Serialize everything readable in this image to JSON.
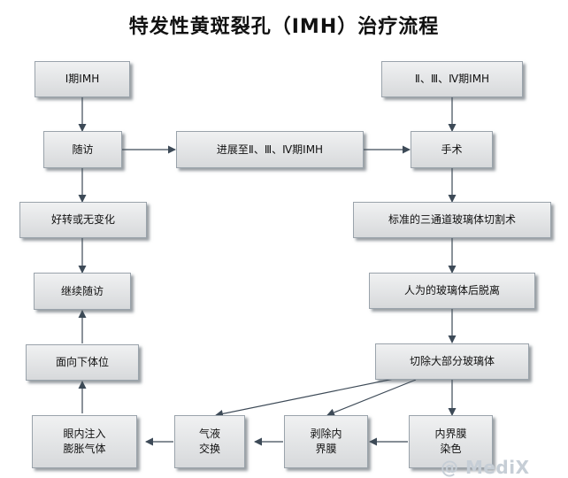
{
  "title": "特发性黄斑裂孔（IMH）治疗流程",
  "nodes": {
    "stage1": "Ⅰ期IMH",
    "stage234": "Ⅱ、Ⅲ、Ⅳ期IMH",
    "followup": "随访",
    "progress": "进展至Ⅱ、Ⅲ、Ⅳ期IMH",
    "surgery": "手术",
    "improve": "好转或无变化",
    "vitrectomy": "标准的三通道玻璃体切割术",
    "continue_followup": "继续随访",
    "pvd": "人为的玻璃体后脱离",
    "face_down": "面向下体位",
    "remove_vitreous": "切除大部分玻璃体",
    "gas_inject": "眼内注入\n膨胀气体",
    "fluid_gas": "气液\n交换",
    "peel_ilm": "剥除内\n界膜",
    "stain_ilm": "内界膜\n染色"
  },
  "watermark": "@ MediX"
}
